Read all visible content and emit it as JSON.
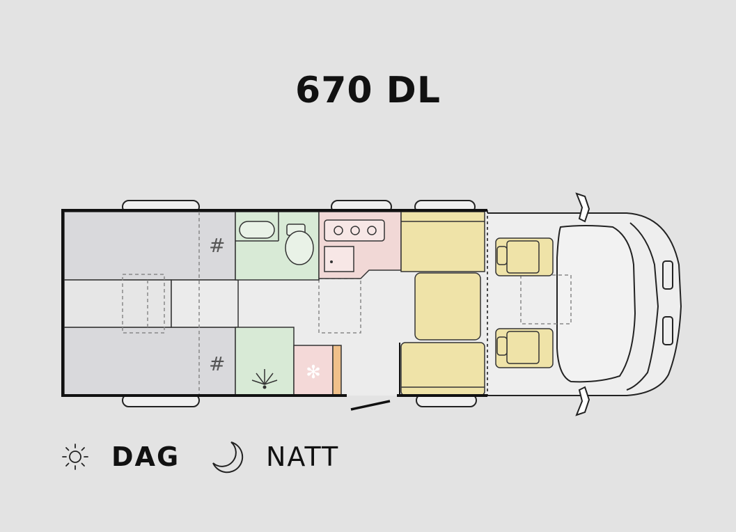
{
  "page": {
    "title": "670 DL"
  },
  "view_toggle": {
    "day_label": "DAG",
    "night_label": "NATT",
    "day_icon": "sun-icon",
    "night_icon": "moon-icon",
    "selected": "DAG"
  },
  "colors": {
    "background": "#e3e3e3",
    "bed": "#d9d9dc",
    "bathroom": "#d8ead6",
    "kitchen": "#f1d8d6",
    "seating": "#efe3a8",
    "fridge": "#f4d9d8",
    "cabinet": "#f0c08a",
    "outline": "#111111"
  }
}
